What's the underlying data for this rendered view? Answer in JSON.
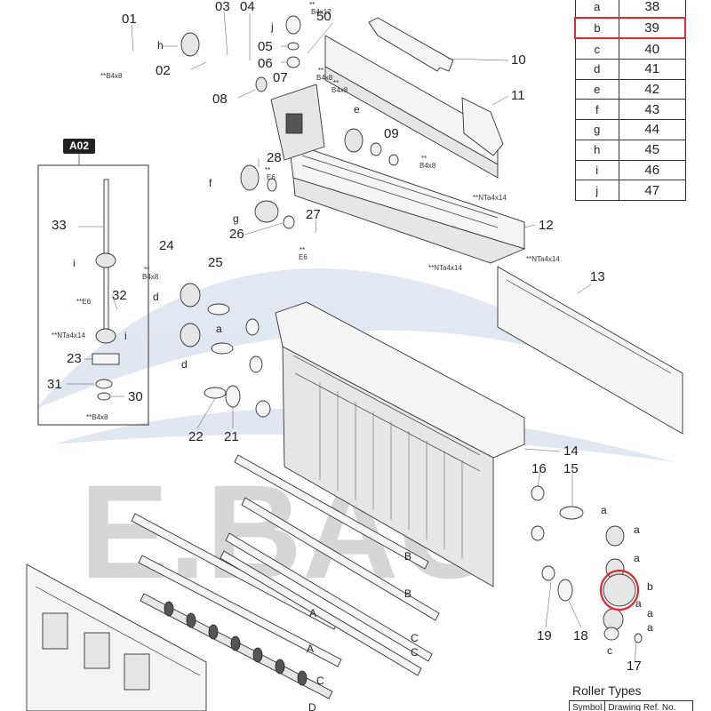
{
  "section_badge": "A02",
  "watermark": "E.BAC",
  "highlight_color": "#e0282d",
  "reference_table": [
    {
      "key": "a",
      "value": "38"
    },
    {
      "key": "b",
      "value": "39",
      "highlighted": true
    },
    {
      "key": "c",
      "value": "40"
    },
    {
      "key": "d",
      "value": "41"
    },
    {
      "key": "e",
      "value": "42"
    },
    {
      "key": "f",
      "value": "43"
    },
    {
      "key": "g",
      "value": "44"
    },
    {
      "key": "h",
      "value": "45"
    },
    {
      "key": "i",
      "value": "46"
    },
    {
      "key": "j",
      "value": "47"
    }
  ],
  "roller_types": {
    "title": "Roller Types",
    "headers": [
      "Symbol",
      "Drawing Ref. No."
    ]
  },
  "part_numbers": {
    "p01": "01",
    "p02": "02",
    "p03": "03",
    "p04": "04",
    "p05": "05",
    "p06": "06",
    "p07": "07",
    "p08": "08",
    "p09": "09",
    "p10": "10",
    "p11": "11",
    "p12": "12",
    "p13": "13",
    "p14": "14",
    "p15": "15",
    "p16": "16",
    "p17": "17",
    "p18": "18",
    "p19": "19",
    "p21": "21",
    "p22": "22",
    "p23": "23",
    "p24": "24",
    "p25": "25",
    "p26": "26",
    "p27": "27",
    "p28": "28",
    "p30": "30",
    "p31": "31",
    "p32": "32",
    "p33": "33",
    "p50": "50"
  },
  "screw_labels": {
    "b4x8": "B4x8",
    "b4x12": "B4x12",
    "e6": "E6",
    "nta4x14": "NTa4x14",
    "stars": "**"
  },
  "letters": {
    "a": "a",
    "b": "b",
    "c": "c",
    "d": "d",
    "e": "e",
    "f": "f",
    "g": "g",
    "h": "h",
    "i": "i",
    "j": "j",
    "A": "A",
    "B": "B",
    "C": "C",
    "D": "D"
  }
}
